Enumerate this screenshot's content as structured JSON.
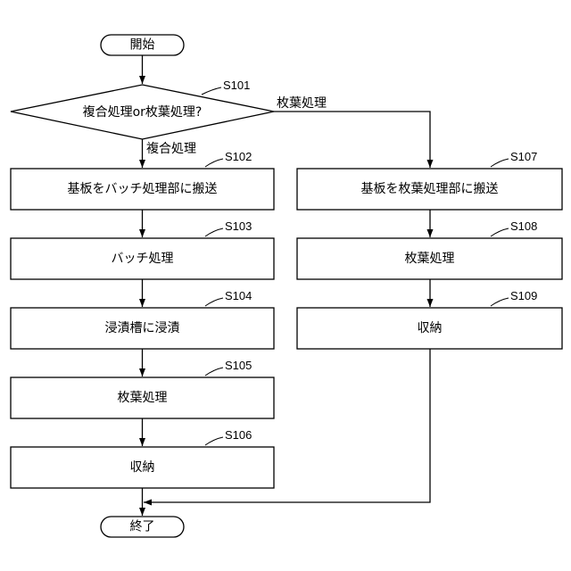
{
  "start": {
    "label": "開始"
  },
  "end": {
    "label": "終了"
  },
  "decision": {
    "step": "S101",
    "label": "複合処理or枚葉処理?",
    "branch_left": "複合処理",
    "branch_right": "枚葉処理"
  },
  "left_steps": [
    {
      "step": "S102",
      "label": "基板をバッチ処理部に搬送"
    },
    {
      "step": "S103",
      "label": "バッチ処理"
    },
    {
      "step": "S104",
      "label": "浸漬槽に浸漬"
    },
    {
      "step": "S105",
      "label": "枚葉処理"
    },
    {
      "step": "S106",
      "label": "収納"
    }
  ],
  "right_steps": [
    {
      "step": "S107",
      "label": "基板を枚葉処理部に搬送"
    },
    {
      "step": "S108",
      "label": "枚葉処理"
    },
    {
      "step": "S109",
      "label": "収納"
    }
  ]
}
